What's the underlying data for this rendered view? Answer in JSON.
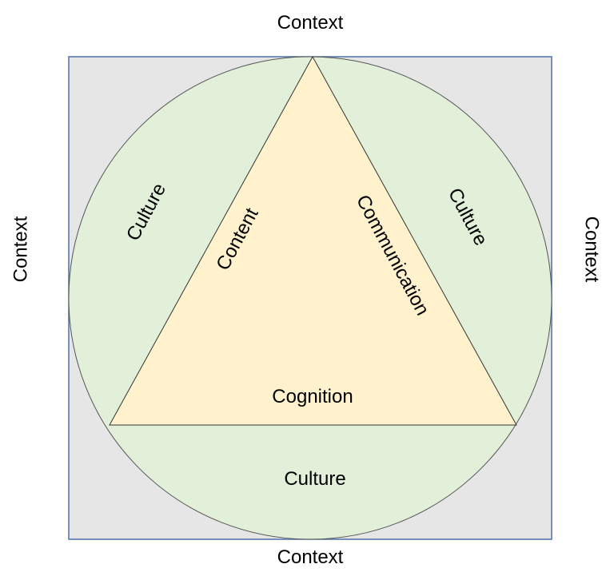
{
  "colors": {
    "square_fill": "#e6e6e6",
    "square_stroke": "#4f6ea8",
    "circle_fill": "#e2efd9",
    "circle_stroke": "#555555",
    "triangle_fill": "#fff2cc",
    "triangle_stroke": "#333333",
    "text": "#000000"
  },
  "labels": {
    "context_top": "Context",
    "context_bottom": "Context",
    "context_left": "Context",
    "context_right": "Context",
    "culture_left": "Culture",
    "culture_right": "Culture",
    "culture_bottom": "Culture",
    "content": "Content",
    "communication": "Communication",
    "cognition": "Cognition"
  }
}
